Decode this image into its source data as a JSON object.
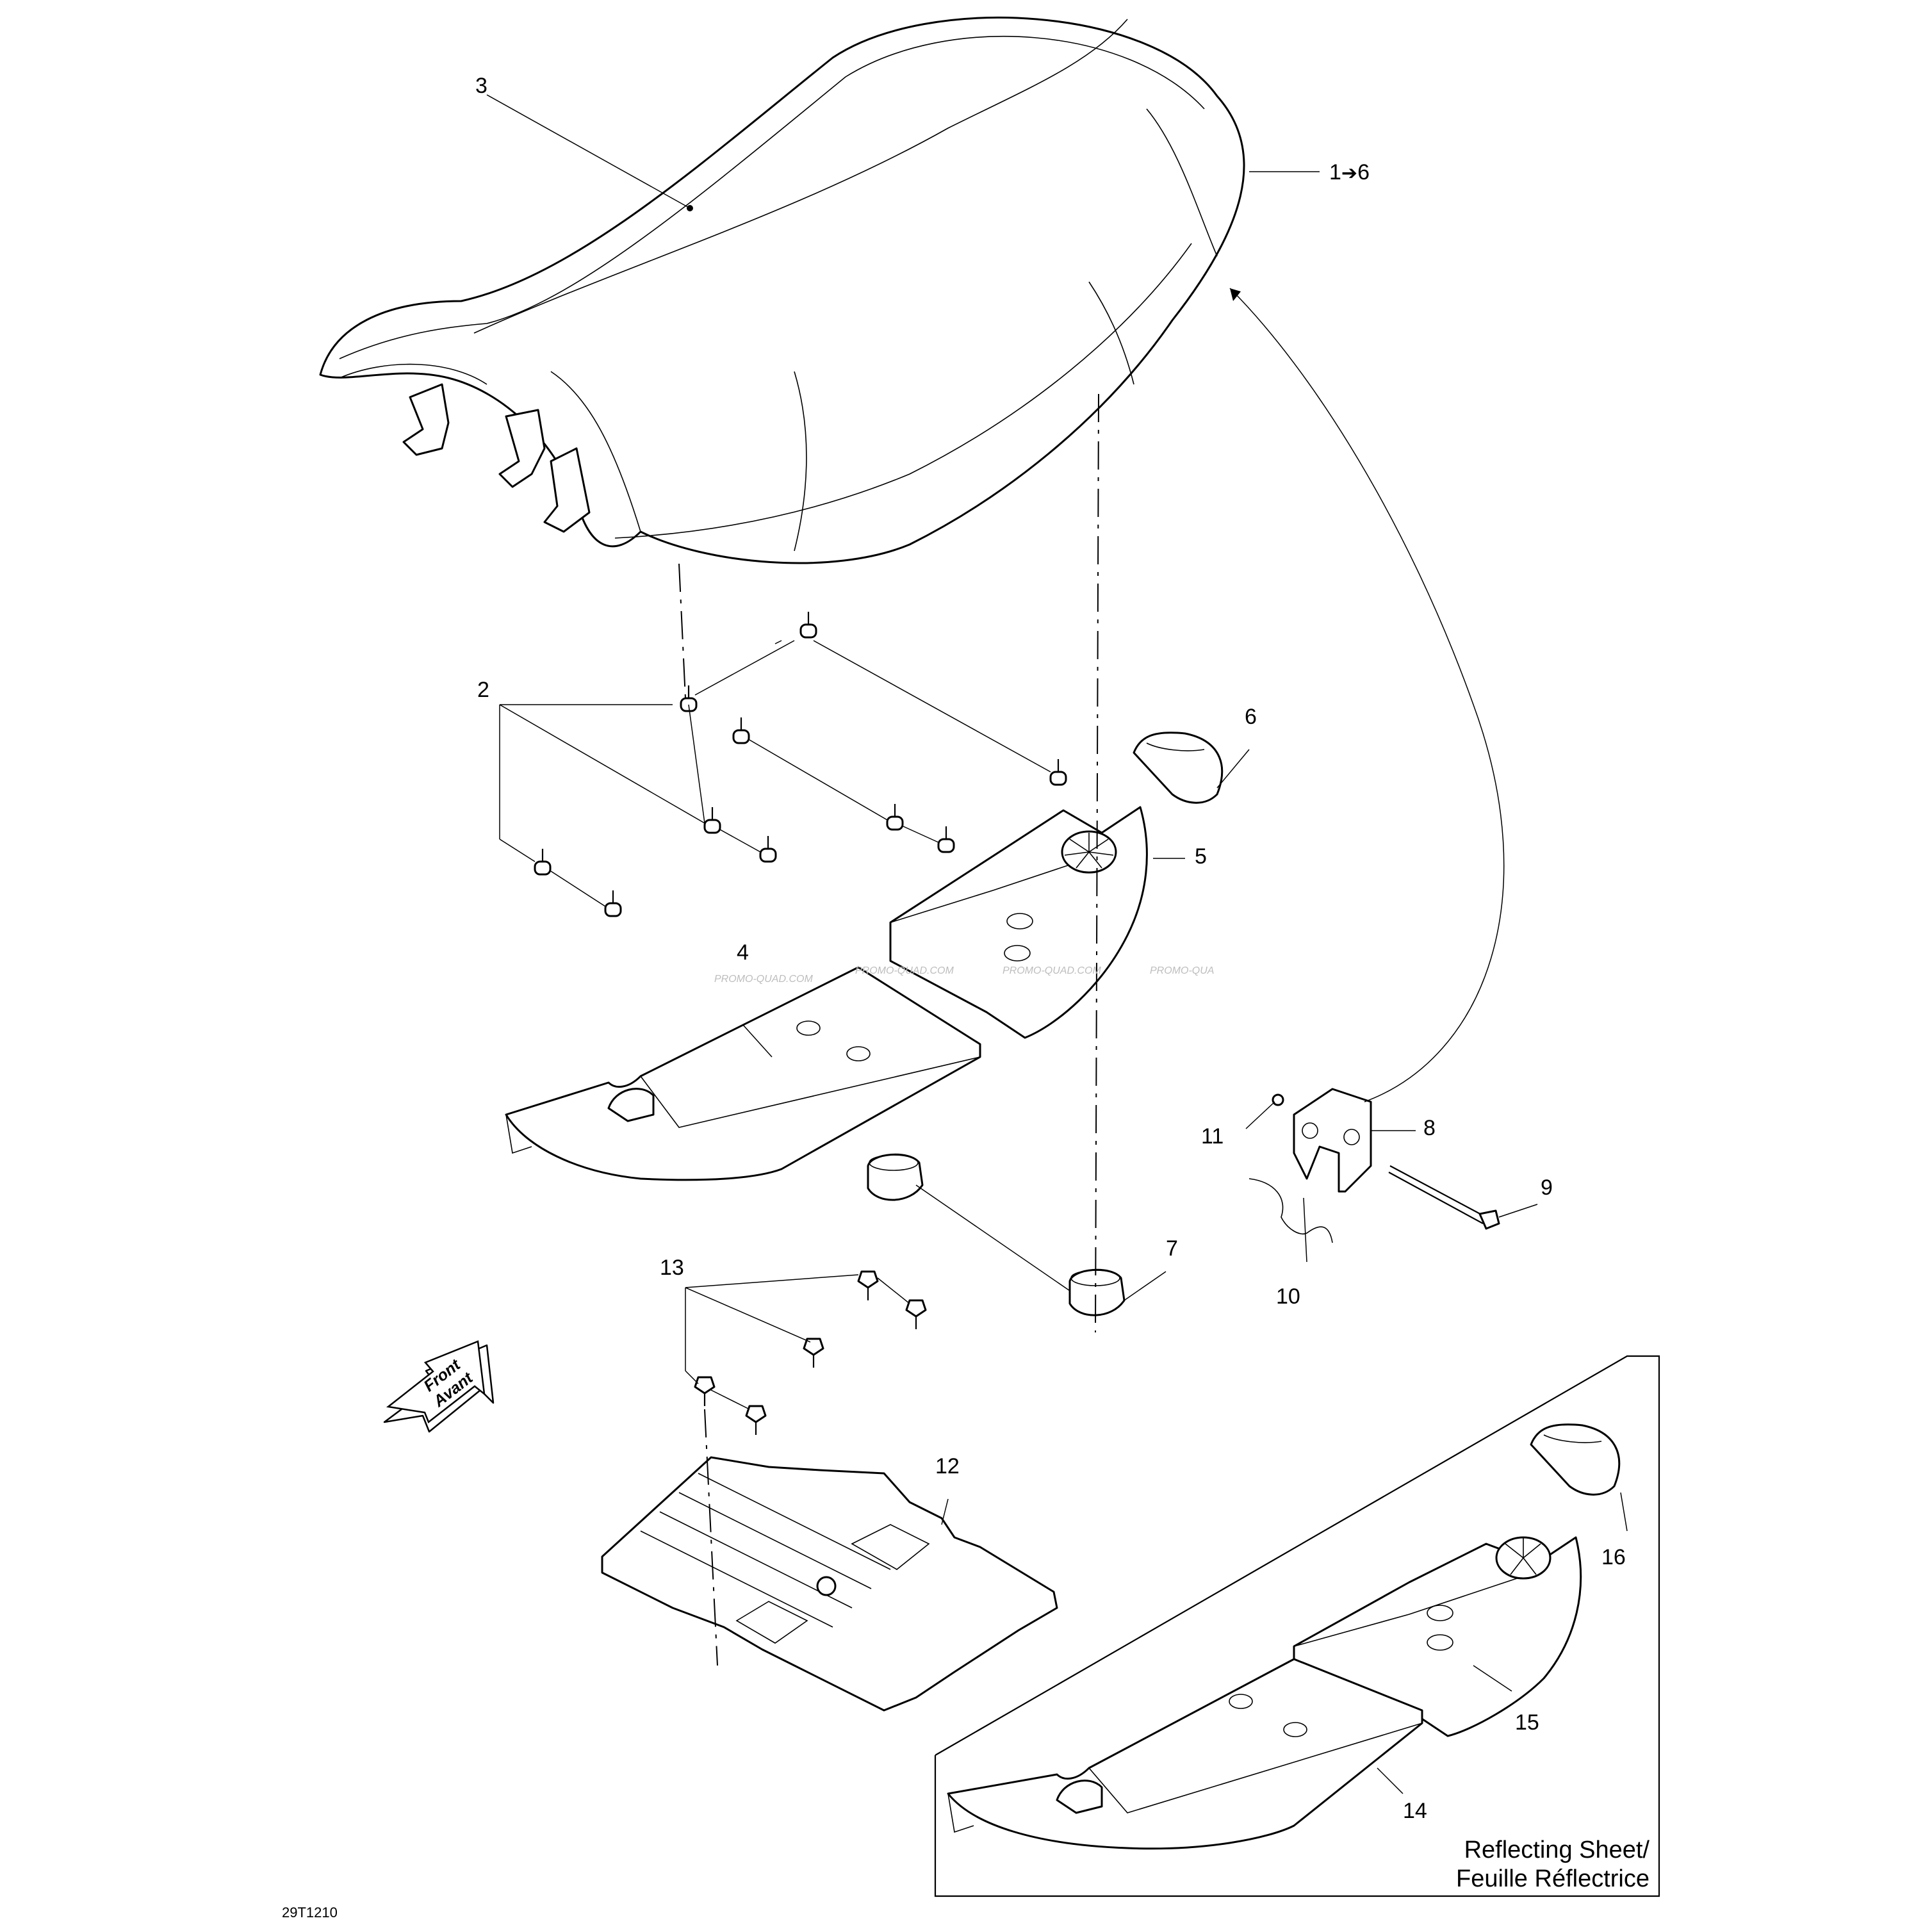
{
  "callouts": {
    "c1": "1",
    "c1_arrow": "➔",
    "c1_end": "6",
    "c2": "2",
    "c3": "3",
    "c4": "4",
    "c5": "5",
    "c6": "6",
    "c7": "7",
    "c8": "8",
    "c9": "9",
    "c10": "10",
    "c11": "11",
    "c12": "12",
    "c13": "13",
    "c14": "14",
    "c15": "15",
    "c16": "16"
  },
  "watermark": "PROMO-QUAD.COM",
  "watermark_partial": "PROMO-QUA",
  "front_arrow": {
    "line1": "Front",
    "line2": "Avant"
  },
  "inset_note": {
    "line1": "Reflecting Sheet/",
    "line2": "Feuille Réflectrice"
  },
  "drawing_code": "29T1210"
}
